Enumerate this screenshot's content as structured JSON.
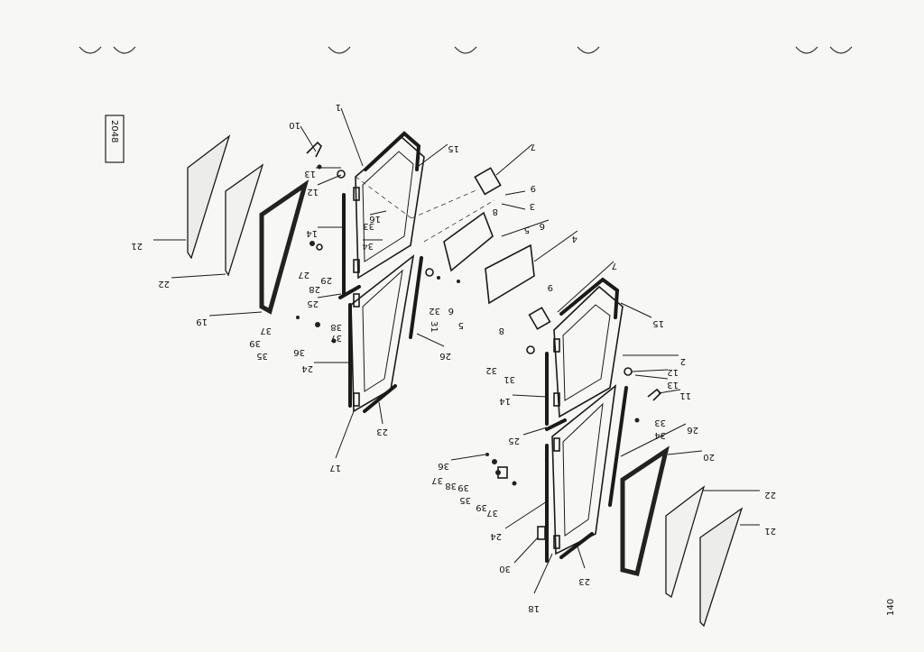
{
  "drawing": {
    "figure_code": "2048",
    "page_number": "140"
  },
  "callouts": {
    "c1a": "1",
    "c10a": "10",
    "c13a": "13",
    "c12a": "12",
    "c15a": "15",
    "c7a": "7",
    "c9a": "9",
    "c8a": "8",
    "c3a": "3",
    "c16": "16",
    "c33a": "33",
    "c34a": "34",
    "c14a": "14",
    "c21a": "21",
    "c22a": "22",
    "c27": "27",
    "c28": "28",
    "c29": "29",
    "c25a": "25",
    "c19": "19",
    "c37a": "37",
    "c39a": "39",
    "c38a": "38",
    "c37b": "37",
    "c35a": "35",
    "c36a": "36",
    "c24a": "24",
    "c5a": "5",
    "c6a": "6",
    "c31a": "31",
    "c32a": "32",
    "c6b": "6",
    "c5b": "5",
    "c4": "4",
    "c7b": "7",
    "c9b": "9",
    "c8b": "8",
    "c26a": "26",
    "c23a": "23",
    "c17": "17",
    "c15b": "15",
    "c2": "2",
    "c32b": "32",
    "c31b": "31",
    "c12b": "12",
    "c13b": "13",
    "c11": "11",
    "c14b": "14",
    "c33b": "33",
    "c34b": "34",
    "c25b": "25",
    "c26b": "26",
    "c20": "20",
    "c36b": "36",
    "c37c": "37",
    "c39b": "39",
    "c38b": "38",
    "c35b": "35",
    "c37d": "37",
    "c39c": "39",
    "c24b": "24",
    "c22b": "22",
    "c30": "30",
    "c21b": "21",
    "c23b": "23",
    "c18": "18"
  }
}
